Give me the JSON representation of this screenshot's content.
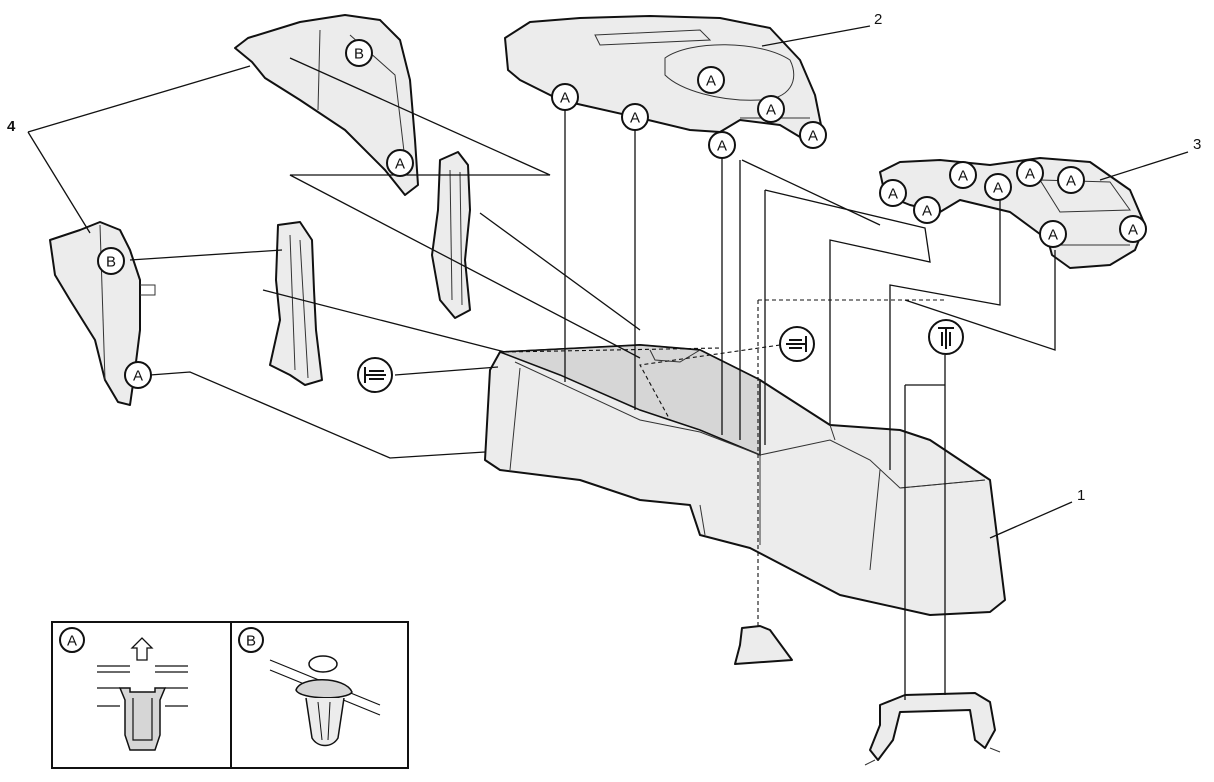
{
  "callouts": {
    "clip_a": "A",
    "clip_b": "B"
  },
  "part_numbers": {
    "console_body": "1",
    "upper_trim_front": "2",
    "upper_trim_rear": "3",
    "side_panel": "4"
  },
  "detail_panels": [
    {
      "label": "A"
    },
    {
      "label": "B"
    }
  ]
}
